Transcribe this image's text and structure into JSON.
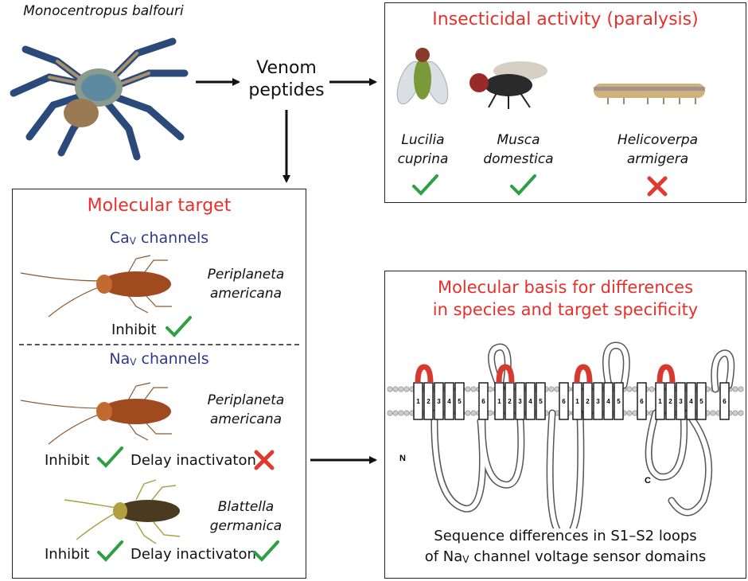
{
  "spider": {
    "species": "Monocentropus balfouri",
    "output": "Venom\npeptides"
  },
  "insecticidal": {
    "title": "Insecticidal activity (paralysis)",
    "insects": [
      {
        "name": "Lucilia\ncuprina",
        "active": true
      },
      {
        "name": "Musca\ndomestica",
        "active": true
      },
      {
        "name": "Helicoverpa\narmigera",
        "active": false
      }
    ]
  },
  "molecular_target": {
    "title": "Molecular target",
    "ca_prefix": "Ca",
    "ca_sub": "V",
    "ca_suffix": " channels",
    "na_prefix": "Na",
    "na_sub": "V",
    "na_suffix": " channels",
    "roach1": "Periplaneta\namericana",
    "roach1_result": "Inhibit",
    "roach2": "Periplaneta\namericana",
    "roach2_inhibit": "Inhibit",
    "roach2_delay": "Delay inactivaton",
    "roach3": "Blattella\ngermanica",
    "roach3_inhibit": "Inhibit",
    "roach3_delay": "Delay inactivaton"
  },
  "molecular_basis": {
    "title": "Molecular basis for differences\nin species and target specificity",
    "caption_line1": "Sequence differences in S1–S2 loops",
    "caption_line2_prefix": "of Na",
    "caption_line2_sub": "V",
    "caption_line2_suffix": " channel voltage sensor domains",
    "n_label": "N",
    "c_label": "C",
    "segment_numbers": [
      "1",
      "2",
      "3",
      "4",
      "5",
      "6"
    ]
  },
  "colors": {
    "title_red": "#e8302b",
    "channel_blue": "#2e3a8c",
    "check_green": "#2ea043",
    "cross_red": "#e03a2f",
    "loop_red": "#d63a2e"
  }
}
